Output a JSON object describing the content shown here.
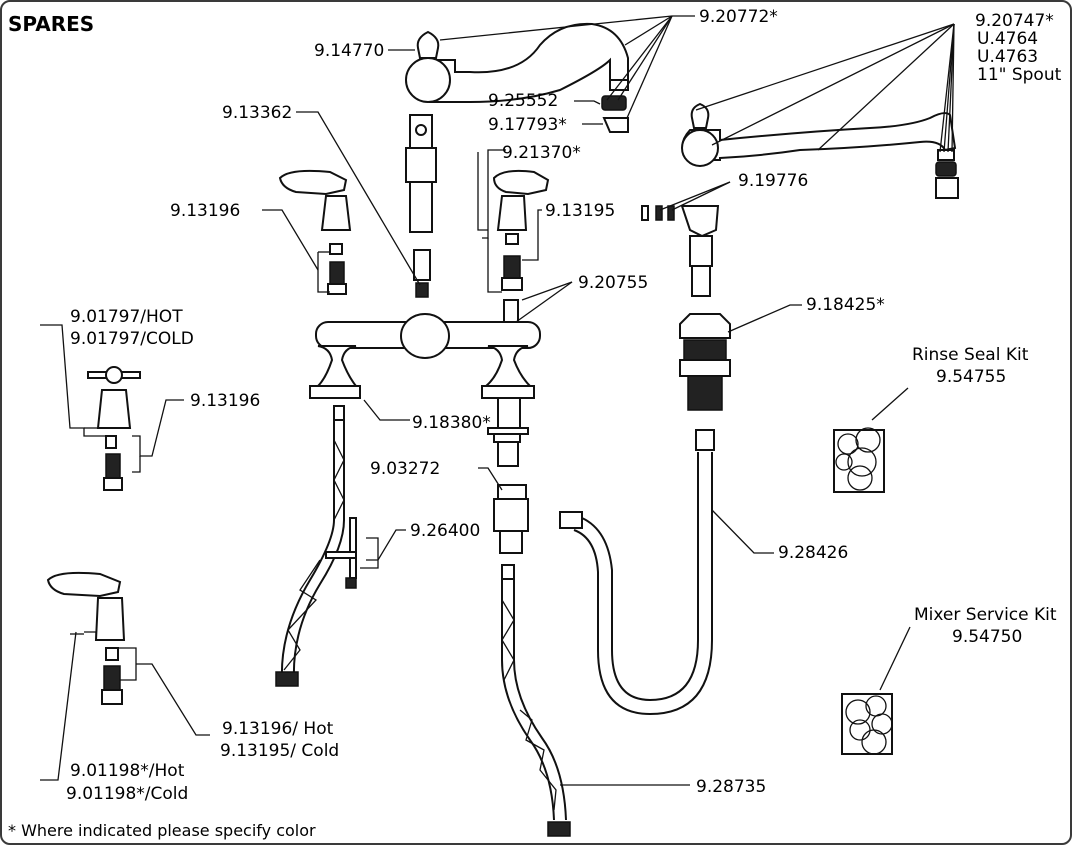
{
  "title": "SPARES",
  "footnote": "* Where indicated please specify color",
  "labels": {
    "spout_9_20772": "9.20772*",
    "lever_9_14770": "9.14770",
    "spout2_9_20747": "9.20747*",
    "spout2_u4764": "U.4764",
    "spout2_u4763": "U.4763",
    "spout2_11": "11\" Spout",
    "aerator_9_25552": "9.25552",
    "aerator_9_17793": "9.17793*",
    "swivel_9_13362": "9.13362",
    "handle_9_21370": "9.21370*",
    "spray_9_19776": "9.19776",
    "cart_9_13196": "9.13196",
    "cart_9_13195": "9.13195",
    "oring_9_20755": "9.20755",
    "base_9_18425": "9.18425*",
    "cross_hot": "9.01797/HOT",
    "cross_cold": "9.01797/COLD",
    "cart2_9_13196": "9.13196",
    "bridge_9_18380": "9.18380*",
    "rinse_title": "Rinse Seal Kit",
    "rinse_num": "9.54755",
    "valve_9_03272": "9.03272",
    "shank_9_26400": "9.26400",
    "hose_9_28426": "9.28426",
    "mixer_title": "Mixer Service Kit",
    "mixer_num": "9.54750",
    "cart3_hot": "9.13196/ Hot",
    "cart3_cold": "9.13195/ Cold",
    "lever_hot": "9.01198*/Hot",
    "lever_cold": "9.01198*/Cold",
    "hose_9_28735": "9.28735"
  }
}
